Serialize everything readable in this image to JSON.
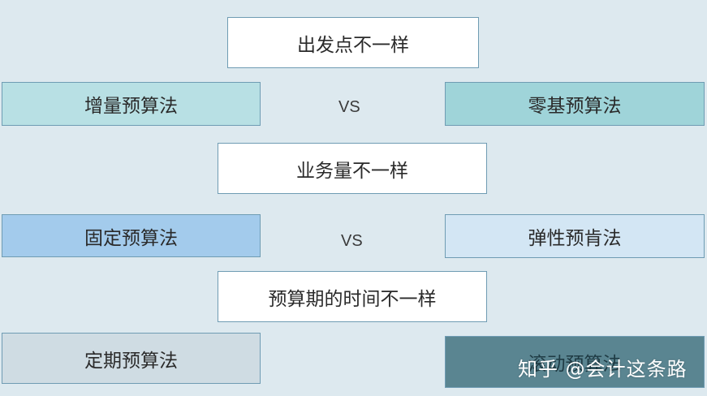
{
  "criteria": [
    {
      "label": "出发点不一样"
    },
    {
      "label": "业务量不一样"
    },
    {
      "label": "预算期的时间不一样"
    }
  ],
  "pairs": [
    {
      "left": "增量预算法",
      "vs": "VS",
      "right": "零基预算法"
    },
    {
      "left": "固定预算法",
      "vs": "VS",
      "right": "弹性预肯法"
    },
    {
      "left": "定期预算法",
      "right": "滚动预算法"
    }
  ],
  "watermark": "知乎 @会计这条路",
  "colors": {
    "background": "#dde9ef",
    "pair1_left": "#b8e0e4",
    "pair1_right": "#9fd4d9",
    "pair2_left": "#a3cbec",
    "pair2_right": "#d3e6f4",
    "pair3_left": "#cfdce3",
    "pair3_right": "#5a8591"
  }
}
